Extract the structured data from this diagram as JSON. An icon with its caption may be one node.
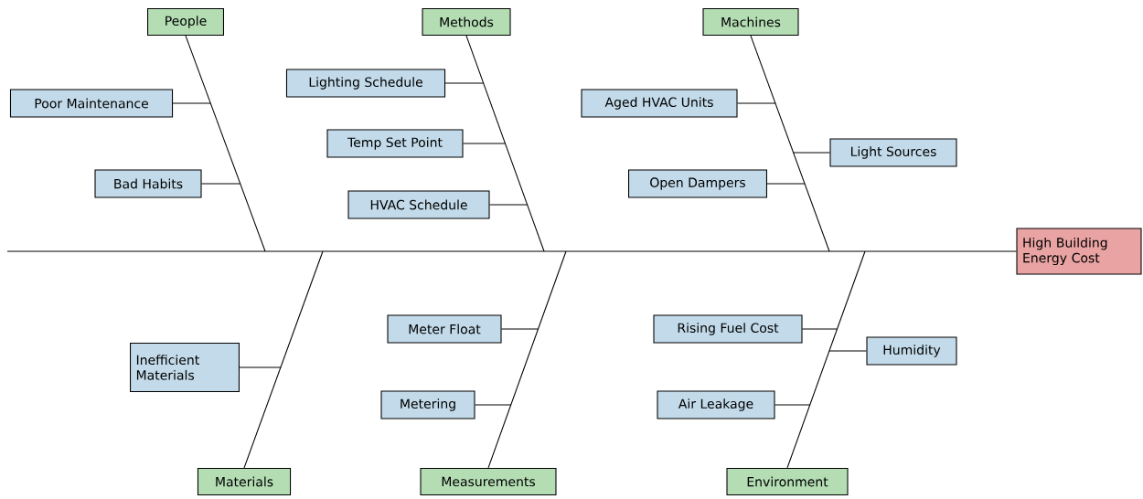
{
  "diagram": {
    "nodes": [
      {
        "text": [
          "People"
        ]
      },
      {
        "text": [
          "Methods"
        ]
      },
      {
        "text": [
          "Machines"
        ]
      },
      {
        "text": [
          "Poor Maintenance"
        ]
      },
      {
        "text": [
          "Lighting Schedule"
        ]
      },
      {
        "text": [
          "Aged HVAC Units"
        ]
      },
      {
        "text": [
          "Light Sources"
        ]
      },
      {
        "text": [
          "Temp Set Point"
        ]
      },
      {
        "text": [
          "Bad Habits"
        ]
      },
      {
        "text": [
          "Open Dampers"
        ]
      },
      {
        "text": [
          "HVAC Schedule"
        ]
      },
      {
        "text": [
          "High Building Energy Cost"
        ]
      },
      {
        "text": [
          "Meter Float"
        ]
      },
      {
        "text": [
          "Rising Fuel Cost"
        ]
      },
      {
        "text": [
          "Humidity"
        ]
      },
      {
        "text": [
          "Inefficient Materials"
        ]
      },
      {
        "text": [
          "Metering"
        ]
      },
      {
        "text": [
          "Air Leakage"
        ]
      },
      {
        "text": [
          "Materials"
        ]
      },
      {
        "text": [
          "Measurements"
        ]
      },
      {
        "text": [
          "Environment"
        ]
      }
    ],
    "edges": [
      {
        "from": null,
        "to": 11,
        "arrow": "none"
      },
      {
        "from": 0,
        "to": null,
        "arrow": "none"
      },
      {
        "from": 1,
        "to": null,
        "arrow": "none"
      },
      {
        "from": 2,
        "to": null,
        "arrow": "none"
      },
      {
        "from": 18,
        "to": null,
        "arrow": "none"
      },
      {
        "from": 19,
        "to": null,
        "arrow": "none"
      },
      {
        "from": 20,
        "to": null,
        "arrow": "none"
      },
      {
        "from": 3,
        "to": null,
        "arrow": "none"
      },
      {
        "from": 8,
        "to": null,
        "arrow": "none"
      },
      {
        "from": 4,
        "to": null,
        "arrow": "none"
      },
      {
        "from": 7,
        "to": null,
        "arrow": "none"
      },
      {
        "from": 10,
        "to": null,
        "arrow": "none"
      },
      {
        "from": 5,
        "to": null,
        "arrow": "none"
      },
      {
        "from": 6,
        "to": null,
        "arrow": "none"
      },
      {
        "from": 9,
        "to": null,
        "arrow": "none"
      },
      {
        "from": 15,
        "to": null,
        "arrow": "none"
      },
      {
        "from": 12,
        "to": null,
        "arrow": "none"
      },
      {
        "from": 16,
        "to": null,
        "arrow": "none"
      },
      {
        "from": 13,
        "to": null,
        "arrow": "none"
      },
      {
        "from": 14,
        "to": null,
        "arrow": "none"
      },
      {
        "from": 17,
        "to": null,
        "arrow": "none"
      }
    ]
  }
}
